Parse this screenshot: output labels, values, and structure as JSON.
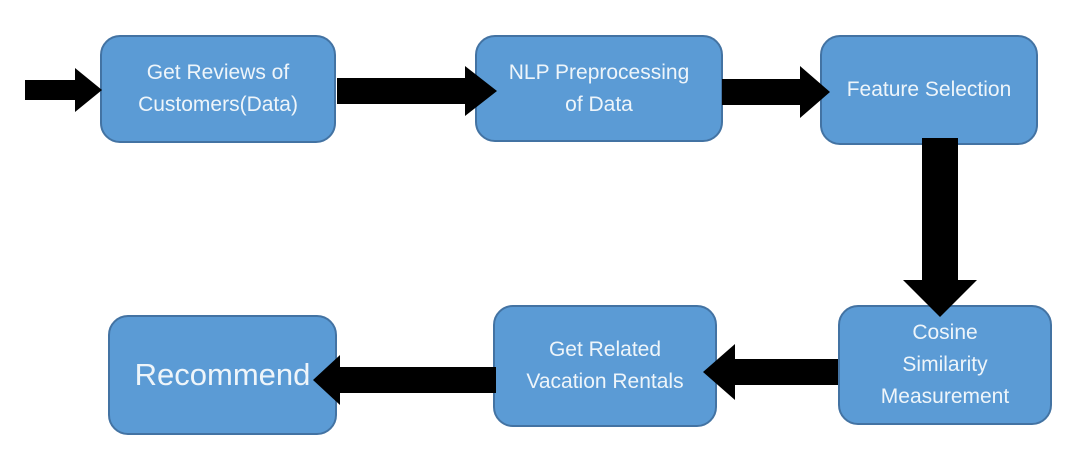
{
  "diagram": {
    "type": "flowchart",
    "background_color": "#ffffff",
    "colors": {
      "node_fill": "#5b9bd5",
      "node_border": "#4373a3",
      "node_text": "#eef5fa",
      "arrow": "#000000",
      "background": "#ffffff"
    },
    "nodes": [
      {
        "id": "get-reviews",
        "label": "Get Reviews of Customers(Data)",
        "lines": [
          "Get Reviews of",
          "Customers(Data)"
        ]
      },
      {
        "id": "nlp-preprocessing",
        "label": "NLP Preprocessing of Data",
        "lines": [
          "NLP Preprocessing",
          "of Data"
        ]
      },
      {
        "id": "feature-selection",
        "label": "Feature Selection",
        "lines": [
          "Feature Selection"
        ]
      },
      {
        "id": "cosine-similarity",
        "label": "Cosine Similarity Measurement",
        "lines": [
          "Cosine",
          "Similarity",
          "Measurement"
        ]
      },
      {
        "id": "get-related-rentals",
        "label": "Get Related Vacation Rentals",
        "lines": [
          "Get Related",
          "Vacation Rentals"
        ]
      },
      {
        "id": "recommend",
        "label": "Recommend",
        "lines": [
          "Recommend"
        ]
      }
    ],
    "edges": [
      {
        "from": "start",
        "to": "get-reviews",
        "direction": "right"
      },
      {
        "from": "get-reviews",
        "to": "nlp-preprocessing",
        "direction": "right"
      },
      {
        "from": "nlp-preprocessing",
        "to": "feature-selection",
        "direction": "right"
      },
      {
        "from": "feature-selection",
        "to": "cosine-similarity",
        "direction": "down"
      },
      {
        "from": "cosine-similarity",
        "to": "get-related-rentals",
        "direction": "left"
      },
      {
        "from": "get-related-rentals",
        "to": "recommend",
        "direction": "left"
      }
    ]
  }
}
